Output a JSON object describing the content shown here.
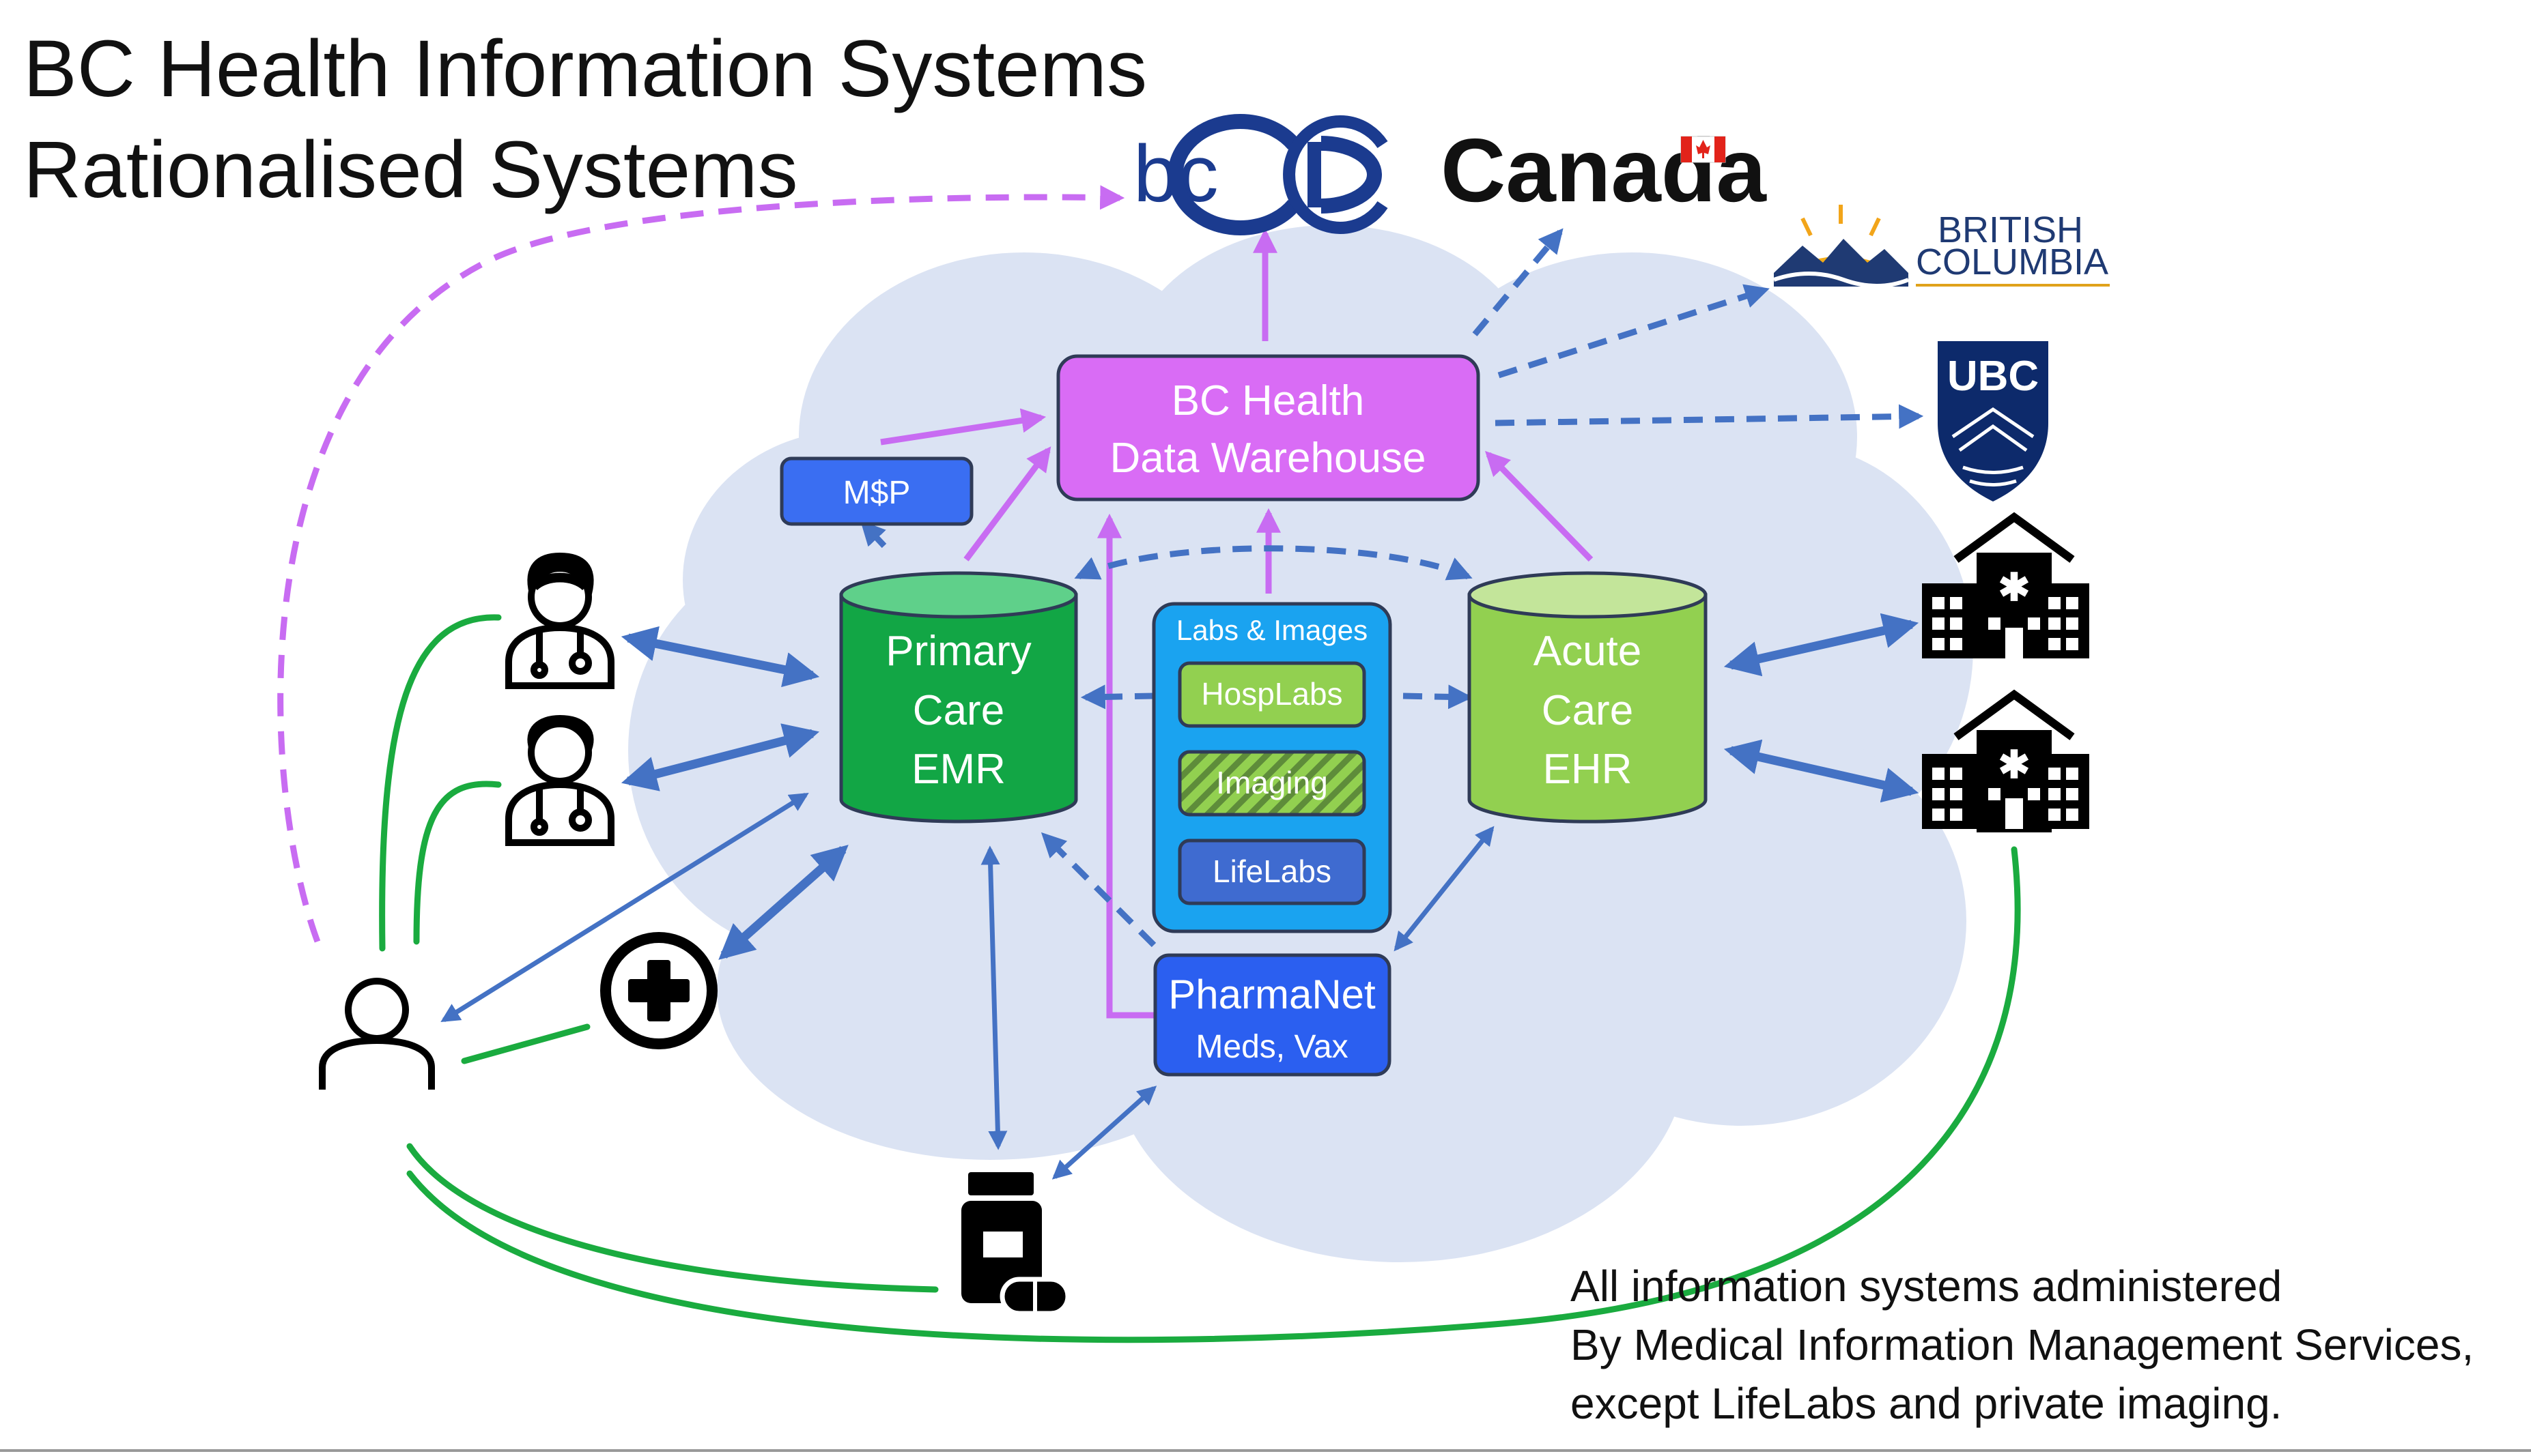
{
  "title": {
    "line1": "BC Health Information Systems",
    "line2": "Rationalised Systems"
  },
  "logos": {
    "bccdc_prefix": "bc",
    "bccdc_suffix": "CDC",
    "canada": "Canada",
    "bc_line1": "BRITISH",
    "bc_line2": "COLUMBIA",
    "ubc": "UBC"
  },
  "nodes": {
    "warehouse_line1": "BC Health",
    "warehouse_line2": "Data Warehouse",
    "msp": "M$P",
    "primary_line1": "Primary",
    "primary_line2": "Care",
    "primary_line3": "EMR",
    "acute_line1": "Acute",
    "acute_line2": "Care",
    "acute_line3": "EHR",
    "labs_title": "Labs & Images",
    "hosplabs": "HospLabs",
    "imaging": "Imaging",
    "lifelabs": "LifeLabs",
    "pharmanet_line1": "PharmaNet",
    "pharmanet_line2": "Meds, Vax"
  },
  "note": {
    "line1": "All information systems administered",
    "line2": "By Medical Information Management Services,",
    "line3": "except LifeLabs and private imaging."
  },
  "colors": {
    "cloud": "#dbe3f3",
    "purple": "#c86cf2",
    "warehouse_fill": "#d96cf5",
    "blue_arrow": "#4472c4",
    "green_line": "#1aab3f",
    "primary_fill": "#12a645",
    "acute_fill": "#92d050",
    "labs_fill": "#1aa3f0",
    "msp_fill": "#3a6ef2",
    "pharmanet_fill": "#2b5ff0"
  }
}
